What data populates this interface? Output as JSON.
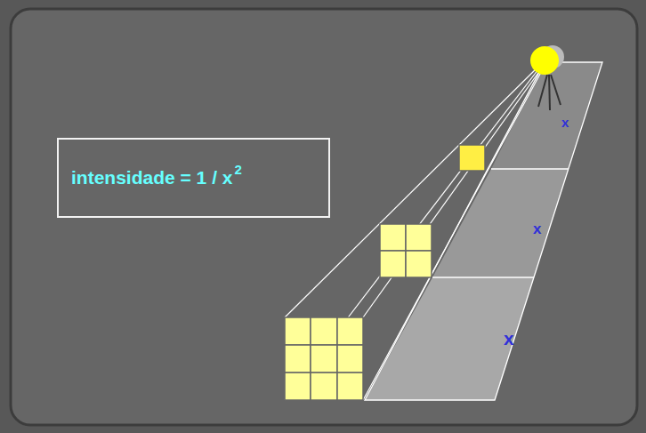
{
  "diagram": {
    "nodes": [
      {
        "text": [
          "intensidade = 1 / x",
          "2"
        ]
      }
    ],
    "labels": [
      "x",
      "x",
      "x"
    ]
  }
}
